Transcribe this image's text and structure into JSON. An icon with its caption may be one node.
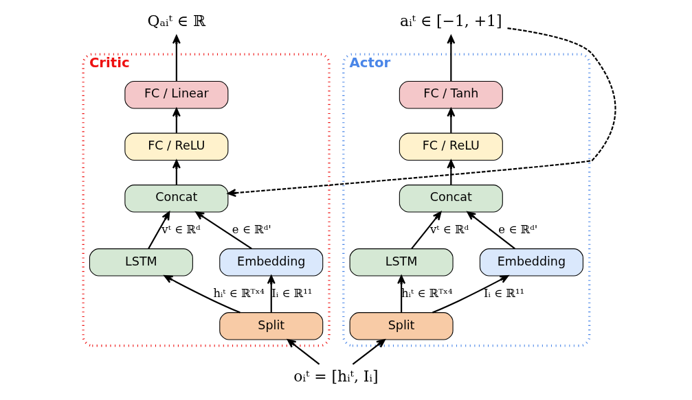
{
  "diagram": {
    "nodes": [
      {
        "text": [
          "Critic"
        ]
      },
      {
        "text": [
          "FC / Linear"
        ],
        "in": 0
      },
      {
        "text": [
          "FC / ReLU"
        ],
        "in": 0
      },
      {
        "text": [
          "Concat"
        ],
        "in": 0
      },
      {
        "text": [
          "LSTM"
        ],
        "in": 0
      },
      {
        "text": [
          "Embedding"
        ],
        "in": 0
      },
      {
        "text": [
          "Split"
        ],
        "in": 0
      },
      {
        "text": [
          "Actor"
        ]
      },
      {
        "text": [
          "FC / Tanh"
        ],
        "in": 7
      },
      {
        "text": [
          "FC / ReLU"
        ],
        "in": 7
      },
      {
        "text": [
          "Concat"
        ],
        "in": 7
      },
      {
        "text": [
          "LSTM"
        ],
        "in": 7
      },
      {
        "text": [
          "Embedding"
        ],
        "in": 7
      },
      {
        "text": [
          "Split"
        ],
        "in": 7
      },
      {
        "text": [
          "Qₐᵢᵗ ∈ ℝ"
        ]
      },
      {
        "text": [
          "aᵢᵗ ∈ [−1, +1]"
        ]
      },
      {
        "text": [
          "oᵢᵗ = [hᵢᵗ, Iᵢ]"
        ]
      }
    ],
    "edges": [
      {
        "from": 16,
        "to": 6,
        "arrow": "to"
      },
      {
        "from": 16,
        "to": 13,
        "arrow": "to"
      },
      {
        "from": 6,
        "to": 4,
        "arrow": "to",
        "label": "hᵢᵗ ∈ ℝᵀˣ⁴"
      },
      {
        "from": 6,
        "to": 5,
        "arrow": "to",
        "label": "Iᵢ ∈ ℝ¹¹"
      },
      {
        "from": 4,
        "to": 3,
        "arrow": "to",
        "label": "vᵗ ∈ ℝᵈ"
      },
      {
        "from": 5,
        "to": 3,
        "arrow": "to",
        "label": "e ∈ ℝᵈ'"
      },
      {
        "from": 3,
        "to": 2,
        "arrow": "to"
      },
      {
        "from": 2,
        "to": 1,
        "arrow": "to"
      },
      {
        "from": 1,
        "to": 14,
        "arrow": "to"
      },
      {
        "from": 13,
        "to": 11,
        "arrow": "to",
        "label": "hᵢᵗ ∈ ℝᵀˣ⁴"
      },
      {
        "from": 13,
        "to": 12,
        "arrow": "to",
        "label": "Iᵢ ∈ ℝ¹¹"
      },
      {
        "from": 11,
        "to": 10,
        "arrow": "to",
        "label": "vᵗ ∈ ℝᵈ"
      },
      {
        "from": 12,
        "to": 10,
        "arrow": "to",
        "label": "e ∈ ℝᵈ'"
      },
      {
        "from": 10,
        "to": 9,
        "arrow": "to"
      },
      {
        "from": 9,
        "to": 8,
        "arrow": "to"
      },
      {
        "from": 8,
        "to": 15,
        "arrow": "to"
      },
      {
        "from": 15,
        "to": 3,
        "arrow": "to",
        "style": "dashed"
      }
    ]
  }
}
